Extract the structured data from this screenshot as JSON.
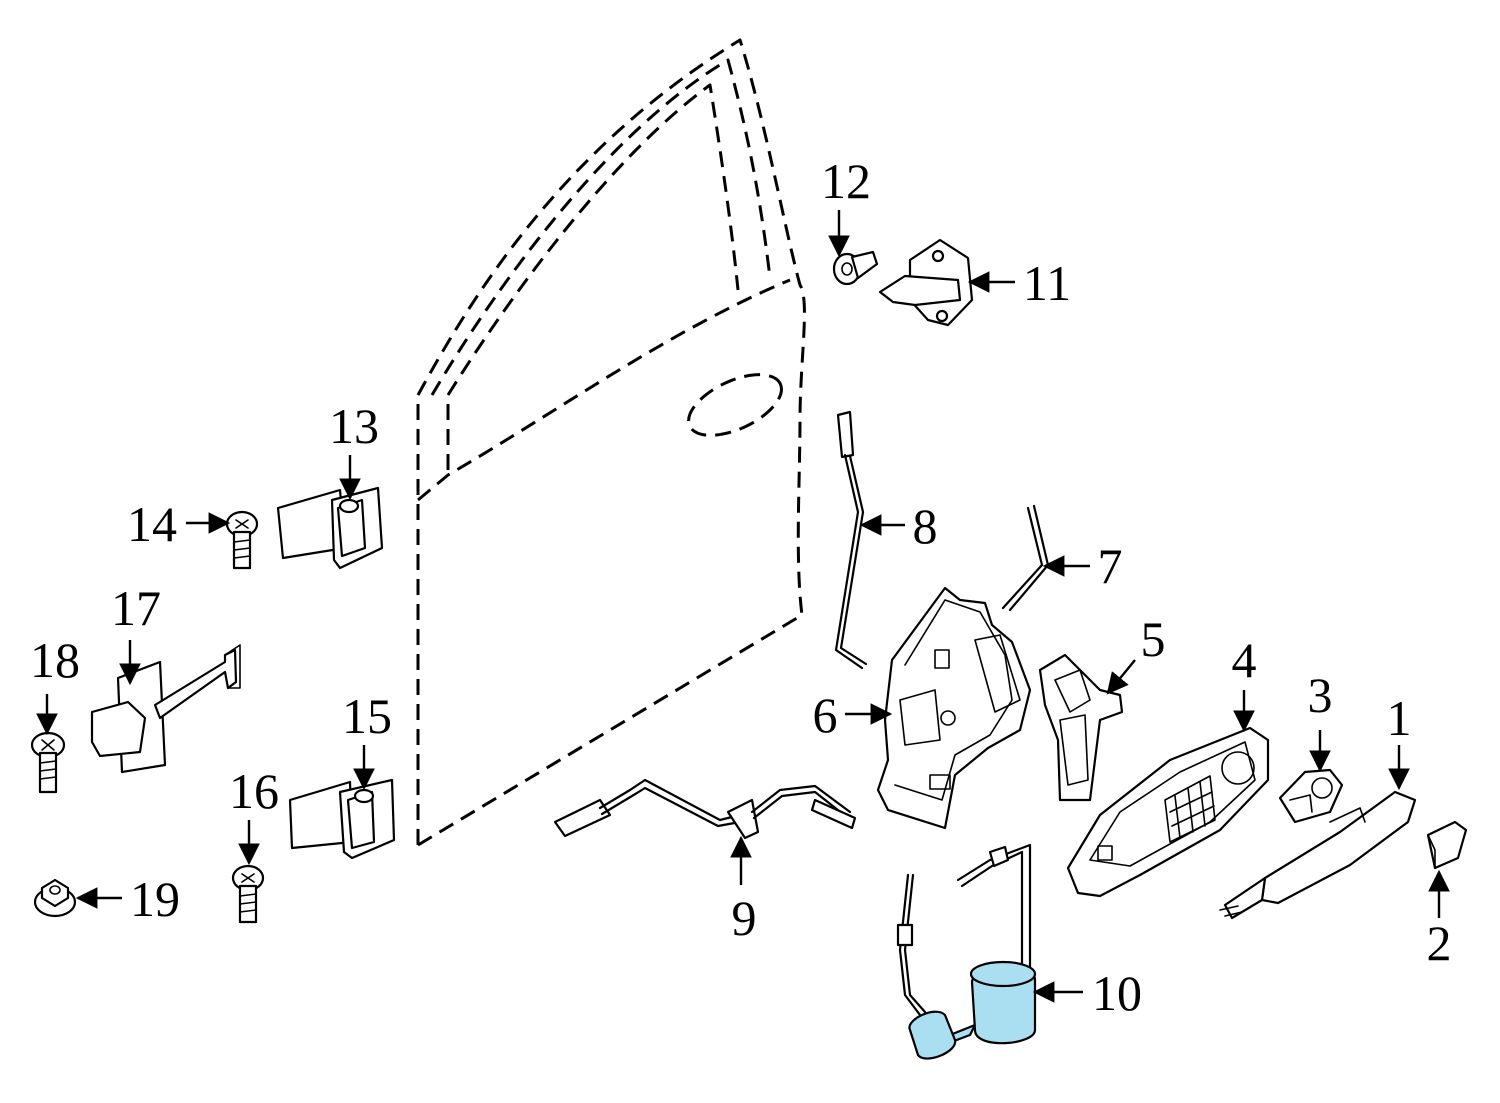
{
  "colors": {
    "line": "#000000",
    "background": "#ffffff",
    "highlight": "#a9dff1"
  },
  "callouts": {
    "c1": "1",
    "c2": "2",
    "c3": "3",
    "c4": "4",
    "c5": "5",
    "c6": "6",
    "c7": "7",
    "c8": "8",
    "c9": "9",
    "c10": "10",
    "c11": "11",
    "c12": "12",
    "c13": "13",
    "c14": "14",
    "c15": "15",
    "c16": "16",
    "c17": "17",
    "c18": "18",
    "c19": "19"
  },
  "highlighted_part": "10"
}
